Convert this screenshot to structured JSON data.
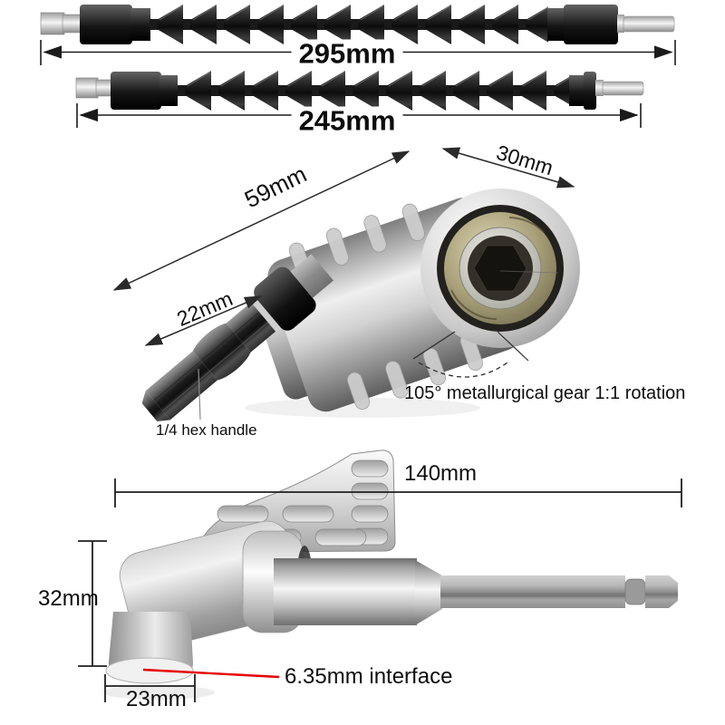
{
  "background_color": "#ffffff",
  "annotation_color": "#1b1b1b",
  "red_leader_color": "#e60000",
  "flex_shafts": {
    "shaft_long": {
      "length_label": "295mm"
    },
    "shaft_short": {
      "length_label": "245mm"
    }
  },
  "angle_adapter": {
    "body_length_label": "59mm",
    "head_diameter_label": "30mm",
    "shank_length_label": "22mm",
    "rotation_note": "105° metallurgical gear 1:1 rotation",
    "shank_note": "1/4 hex handle"
  },
  "offset_adapter": {
    "overall_length_label": "140mm",
    "head_height_label": "32mm",
    "head_width_label": "23mm",
    "interface_note": "6.35mm interface"
  }
}
